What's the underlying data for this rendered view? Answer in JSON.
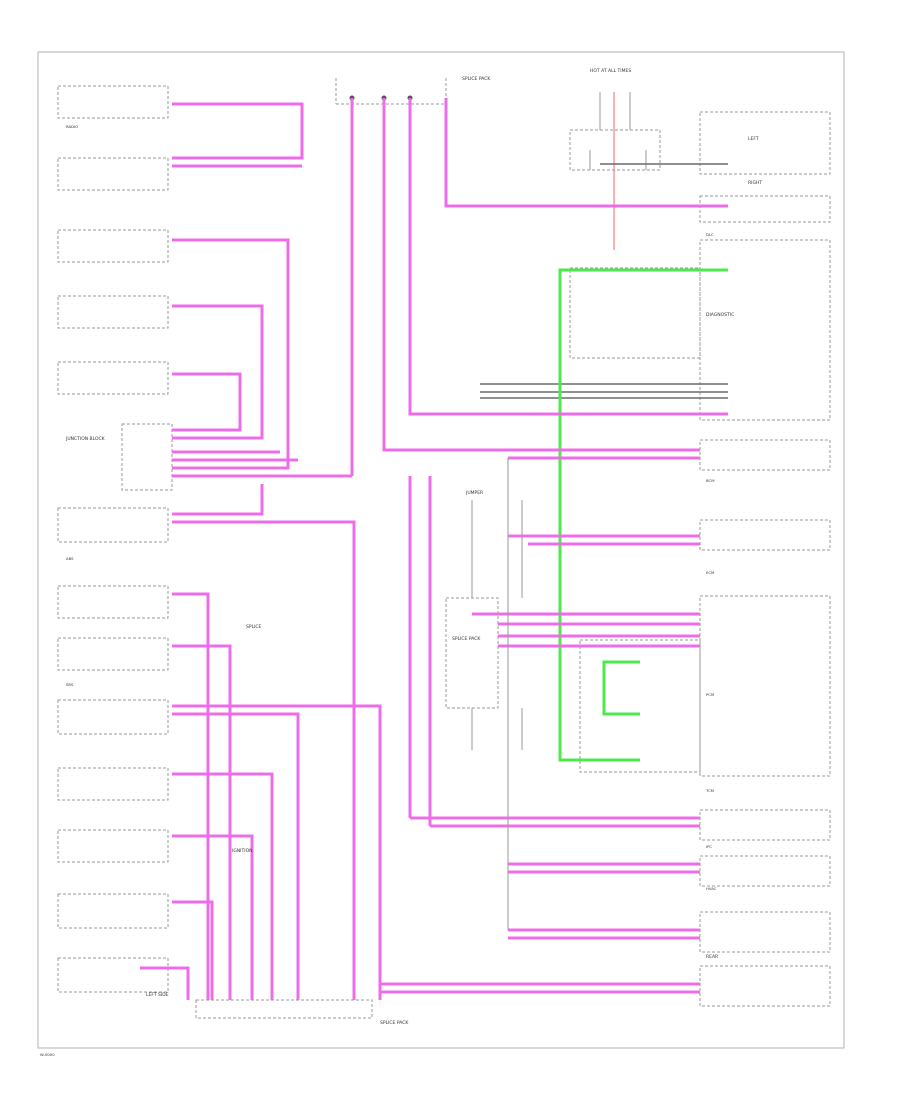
{
  "colors": {
    "data_wire": "#ef6ce8",
    "lan_wire": "#4ce84c",
    "power_wire": "#f59a9a",
    "ground_wire": "#6a6a6a",
    "outline": "#9a9a9a"
  },
  "footer": {
    "code": "W-0000"
  },
  "labels": {
    "splice_top": "SPLICE PACK",
    "fuse": "HOT AT ALL TIMES",
    "junction_left": "JUNCTION BLOCK",
    "splice_bottom": "SPLICE PACK",
    "splice_center": "SPLICE PACK",
    "jumper": "JUMPER",
    "splice": "SPLICE",
    "ignition": "IGNITION",
    "left": "LEFT",
    "right": "RIGHT",
    "left_side": "LEFT SIDE",
    "diag": "DIAGNOSTIC",
    "rear": "REAR",
    "radio": "RADIO",
    "ecm": "ECM",
    "tcm": "TCM",
    "bcm": "BCM",
    "abs": "ABS",
    "ipc": "IPC",
    "hvac": "HVAC",
    "srs": "SRS",
    "pcm": "PCM",
    "dlc": "DLC"
  }
}
